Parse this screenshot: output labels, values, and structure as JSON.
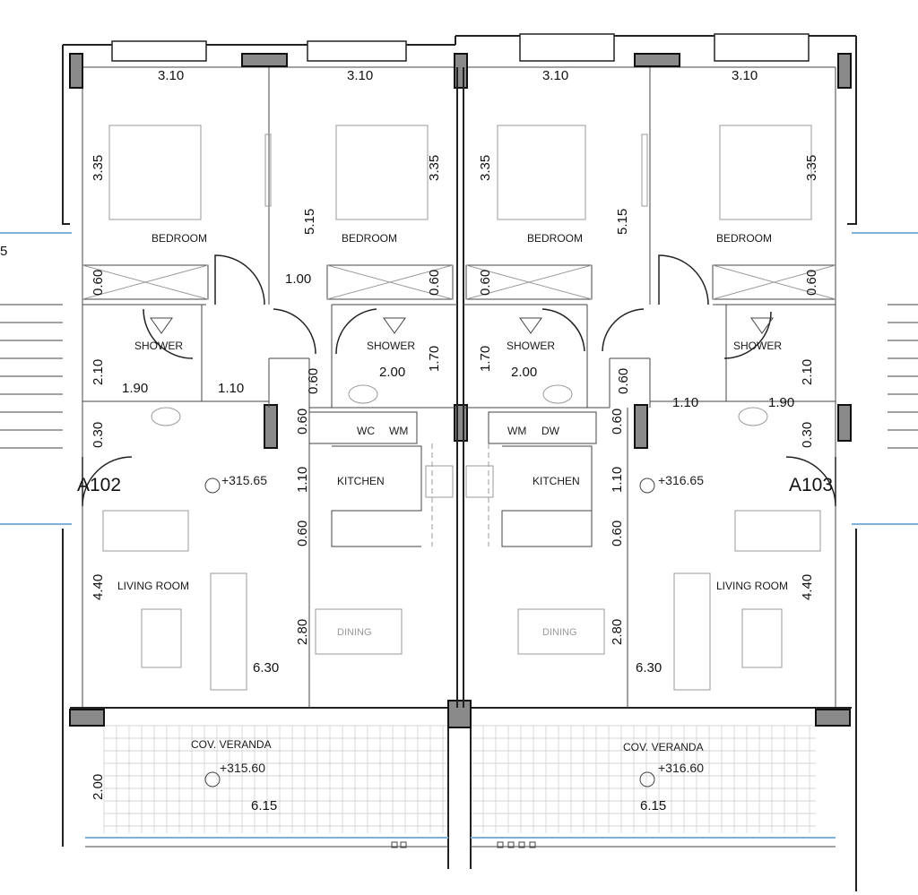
{
  "units": [
    {
      "id": "A102",
      "level": "+315.65",
      "veranda_level": "+315.60"
    },
    {
      "id": "A103",
      "level": "+316.65",
      "veranda_level": "+316.60"
    }
  ],
  "rooms": {
    "bedroom": "BEDROOM",
    "shower": "SHOWER",
    "kitchen": "KITCHEN",
    "living": "LIVING ROOM",
    "dining": "DINING",
    "veranda": "COV. VERANDA",
    "wc": "WC",
    "wm": "WM",
    "dw": "DW"
  },
  "dims": {
    "d310": "3.10",
    "d335": "3.35",
    "d515": "5.15",
    "d100": "1.00",
    "d060": "0.60",
    "d210": "2.10",
    "d190": "1.90",
    "d110": "1.10",
    "d170": "1.70",
    "d200": "2.00",
    "d030": "0.30",
    "d440": "4.40",
    "d280": "2.80",
    "d630": "6.30",
    "d615": "6.15",
    "d5": "5"
  }
}
